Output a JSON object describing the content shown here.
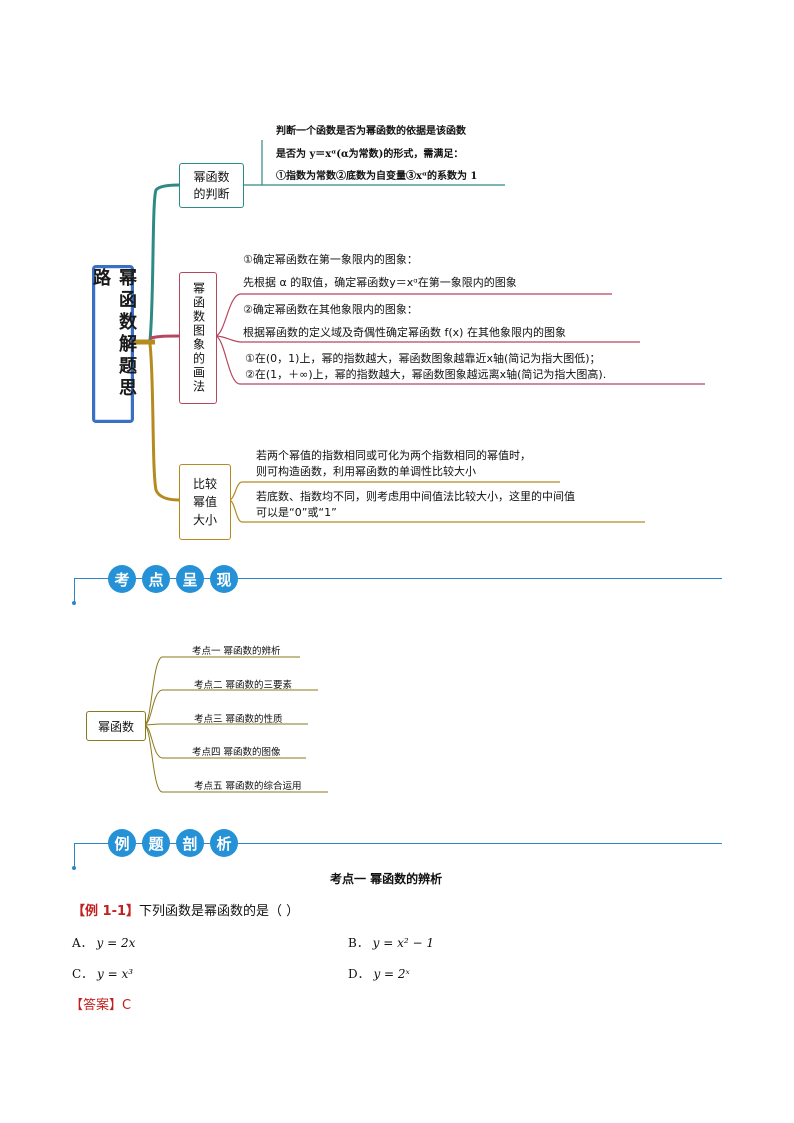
{
  "mindmap": {
    "root": "幂函数解题思路",
    "branch1": {
      "label_line1": "幂函数",
      "label_line2": "的判断",
      "note1": "判断一个函数是否为幂函数的依据是该函数",
      "note2": "是否为 y＝xᵅ(α为常数)的形式，需满足：",
      "note3": "①指数为常数②底数为自变量③xᵅ的系数为 1"
    },
    "branch2": {
      "label": "幂函数图象的画法",
      "line1": "①确定幂函数在第一象限内的图象：",
      "line2": "先根据 α 的取值，确定幂函数y＝xᵅ在第一象限内的图象",
      "line3": "②确定幂函数在其他象限内的图象：",
      "line4": "根据幂函数的定义域及奇偶性确定幂函数 f(x) 在其他象限内的图象",
      "line5": "①在(0，1)上，幂的指数越大，幂函数图象越靠近x轴(简记为指大图低)；",
      "line6": "②在(1，＋∞)上，幂的指数越大，幂函数图象越远离x轴(简记为指大图高)."
    },
    "branch3": {
      "label_line1": "比较",
      "label_line2": "幂值",
      "label_line3": "大小",
      "line1": "若两个幂值的指数相同或可化为两个指数相同的幂值时，",
      "line2": "则可构造函数，利用幂函数的单调性比较大小",
      "line3": "若底数、指数均不同，则考虑用中间值法比较大小，这里的中间值",
      "line4": "可以是“0”或“1”"
    }
  },
  "banner1": [
    "考",
    "点",
    "呈",
    "现"
  ],
  "kaodian": {
    "root": "幂函数",
    "items": [
      "考点一  幂函数的辨析",
      "考点二  幂函数的三要素",
      "考点三  幂函数的性质",
      "考点四  幂函数的图像",
      "考点五  幂函数的综合运用"
    ]
  },
  "banner2": [
    "例",
    "题",
    "剖",
    "析"
  ],
  "example": {
    "section_title": "考点一  幂函数的辨析",
    "tag": "【例 1-1】",
    "question": "下列函数是幂函数的是（          ）",
    "options": [
      {
        "letter": "A．",
        "expr": "y = 2x"
      },
      {
        "letter": "B．",
        "expr": "y = x² − 1"
      },
      {
        "letter": "C．",
        "expr": "y = x³"
      },
      {
        "letter": "D．",
        "expr": "y = 2ˣ"
      }
    ],
    "answer": "【答案】C"
  },
  "colors": {
    "root_border": "#3a6fc4",
    "branch1": "#2e8a86",
    "branch2": "#b5475f",
    "branch3": "#b58a1f",
    "banner": "#2591d6",
    "answer": "#c02020"
  }
}
